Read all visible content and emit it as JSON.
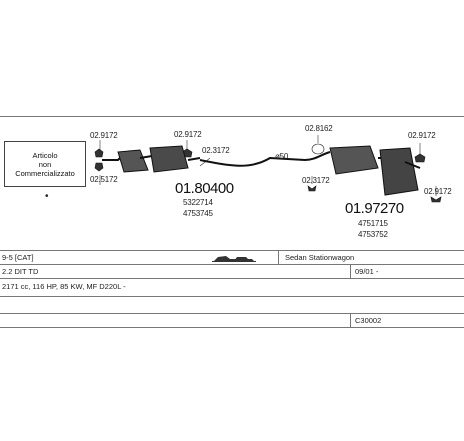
{
  "note_box": {
    "line1": "Articolo",
    "line2": "non",
    "line3": "Commercializzato"
  },
  "bullet": "•",
  "front": {
    "label_top_left": "02.9172",
    "label_top_mid": "02.9172",
    "label_right": "02.3172",
    "label_bottom_left": "02.5172",
    "code": "01.80400",
    "ref1": "5322714",
    "ref2": "4753745"
  },
  "joint": {
    "label": "ø50"
  },
  "rear": {
    "label_top_left": "02.8162",
    "label_top_right": "02.9172",
    "label_mid": "02.3172",
    "label_bottom_right": "02.9172",
    "code": "01.97270",
    "ref1": "4751715",
    "ref2": "4753752"
  },
  "table": {
    "model": "9-5 [CAT]",
    "body_type": "Sedan Stationwagon",
    "engine": "2.2 DIT TD",
    "date": "09/01 -",
    "spec": "2171 cc, 116 HP, 85 KW, MF D220L -",
    "catalog_no": "C30002"
  }
}
